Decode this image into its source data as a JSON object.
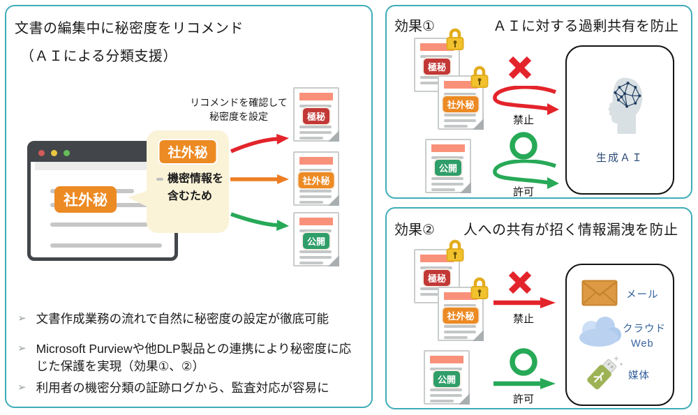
{
  "colors": {
    "panel_border": "#3EACB8",
    "deny_red": "#E3242B",
    "allow_green": "#27A957",
    "arrow_orange": "#ED7D23",
    "badge_red": "#C23836",
    "badge_orange": "#EC8A23",
    "badge_green": "#2F9E69",
    "doc_header_salmon": "#F9917A",
    "bubble_cream": "#FAF3D8",
    "window_dark": "#42464A",
    "lock_gold": "#F2C22E",
    "brain_navy": "#1E3A5F",
    "target_label_blue": "#33619C"
  },
  "left": {
    "title": "文書の編集中に秘密度をリコメンド",
    "subtitle": "（ＡＩによる分類支援）",
    "note": {
      "line1": "リコメンドを確認して",
      "line2": "秘密度を設定"
    },
    "window": {
      "badge": "社外秘"
    },
    "bubble": {
      "badge": "社外秘",
      "reason1": "機密情報を",
      "reason2": "含むため"
    },
    "docs": [
      {
        "label": "極秘"
      },
      {
        "label": "社外秘"
      },
      {
        "label": "公開"
      }
    ],
    "bullet_marker": "➢",
    "bullets": [
      {
        "text": "文書作成業務の流れで自然に秘密度の設定が徹底可能"
      },
      {
        "text": "Microsoft Purviewや他DLP製品との連携により秘密度に応じた保護を実現（効果①、②）"
      },
      {
        "text": "利用者の機密分類の証跡ログから、監査対応が容易に"
      }
    ]
  },
  "p1": {
    "tag": "効果①",
    "title": "ＡＩに対する過剰共有を防止",
    "docs": [
      {
        "label": "極秘"
      },
      {
        "label": "社外秘"
      },
      {
        "label": "公開"
      }
    ],
    "deny_label": "禁止",
    "allow_label": "許可",
    "ai_label": "生成ＡＩ",
    "ai_icon": "brain-network-icon"
  },
  "p2": {
    "tag": "効果②",
    "title": "人への共有が招く情報漏洩を防止",
    "docs": [
      {
        "label": "極秘"
      },
      {
        "label": "社外秘"
      },
      {
        "label": "公開"
      }
    ],
    "deny_label": "禁止",
    "allow_label": "許可",
    "targets": [
      {
        "icon": "mail-icon",
        "label": "メール"
      },
      {
        "icon": "cloud-icon",
        "label": "クラウド",
        "sublabel": "Web"
      },
      {
        "icon": "usb-icon",
        "label": "媒体"
      }
    ]
  }
}
